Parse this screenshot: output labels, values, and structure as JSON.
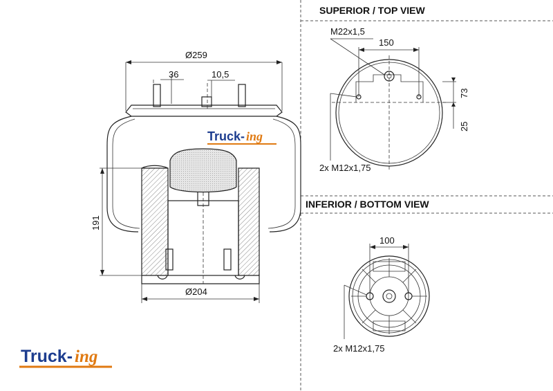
{
  "headings": {
    "top_view": "SUPERIOR / TOP VIEW",
    "bottom_view": "INFERIOR / BOTTOM VIEW"
  },
  "side_view": {
    "diameter_top": "Ø259",
    "dim_36": "36",
    "dim_10_5": "10,5",
    "height": "191",
    "diameter_bottom": "Ø204"
  },
  "top_view": {
    "thread_label": "M22x1,5",
    "dim_150": "150",
    "dim_73": "73",
    "dim_25": "25",
    "bolts_label": "2x M12x1,75"
  },
  "bottom_view": {
    "dim_100": "100",
    "bolts_label": "2x M12x1,75"
  },
  "logo": {
    "truck": "Truck-",
    "ing": "ing"
  },
  "colors": {
    "logo_blue": "#1d3d8f",
    "logo_orange": "#e07a12",
    "logo_underline": "#e07a12"
  }
}
